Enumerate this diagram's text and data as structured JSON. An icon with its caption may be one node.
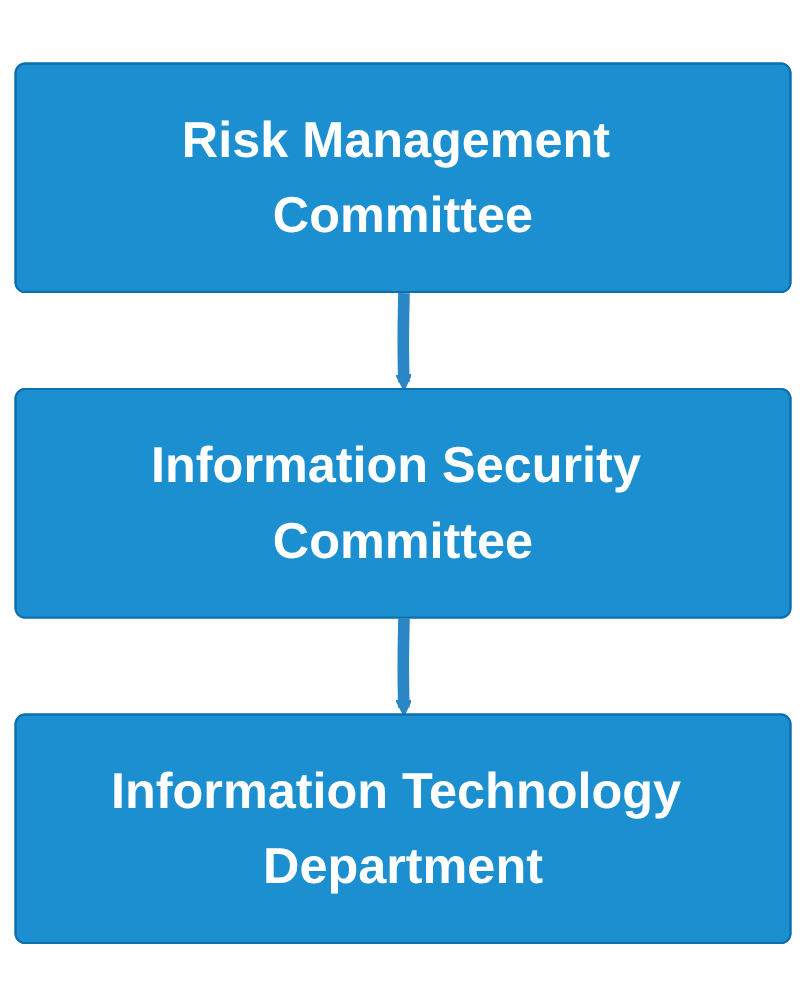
{
  "diagram": {
    "nodes": [
      {
        "text": [
          "Risk Management Committee"
        ]
      },
      {
        "text": [
          "Information Security Committee"
        ]
      },
      {
        "text": [
          "Information Technology Department"
        ]
      }
    ],
    "edges": [
      {
        "from": 0,
        "to": 1,
        "arrow": "to"
      },
      {
        "from": 1,
        "to": 2,
        "arrow": "to"
      }
    ]
  }
}
